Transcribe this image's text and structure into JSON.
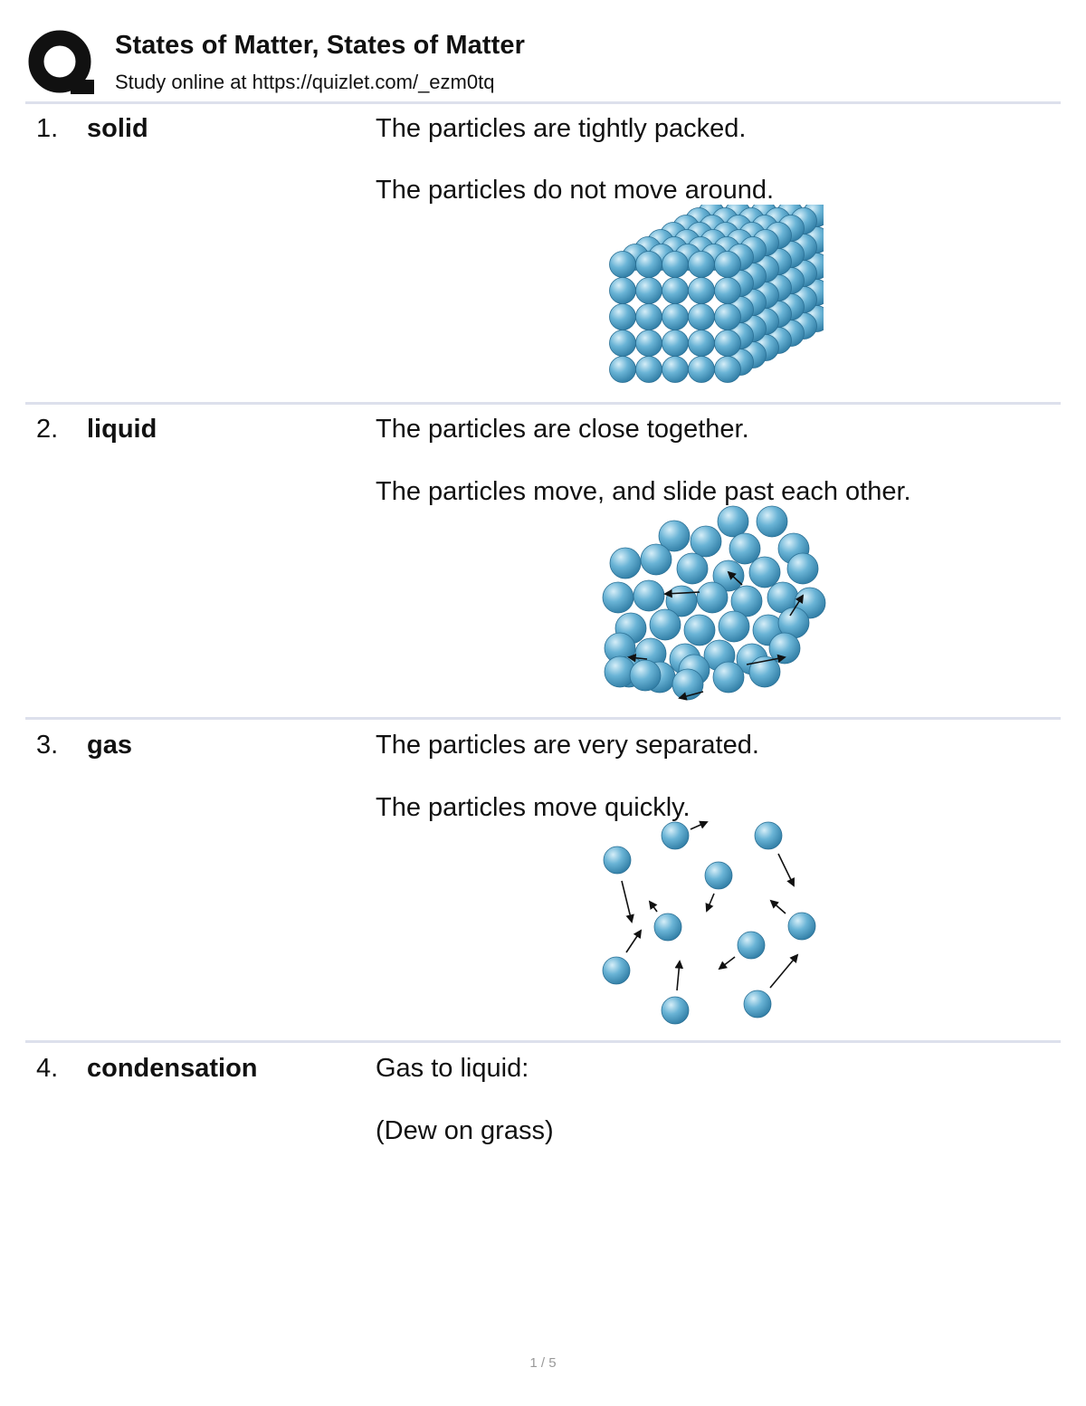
{
  "header": {
    "title": "States of Matter, States of Matter",
    "subtitle": "Study online at https://quizlet.com/_ezm0tq",
    "logo_icon": "quizlet-q-logo"
  },
  "cards": [
    {
      "number": "1.",
      "term": "solid",
      "definition_lines": [
        "The particles are tightly packed.",
        "The particles do not move around."
      ],
      "illustration": "solid-particles-lattice"
    },
    {
      "number": "2.",
      "term": "liquid",
      "definition_lines": [
        "The particles are close together.",
        "The particles move, and slide past each other."
      ],
      "illustration": "liquid-particles-cluster"
    },
    {
      "number": "3.",
      "term": "gas",
      "definition_lines": [
        "The particles are very separated.",
        "The particles move quickly."
      ],
      "illustration": "gas-particles-scattered"
    },
    {
      "number": "4.",
      "term": "condensation",
      "definition_lines": [
        "Gas to liquid:",
        "(Dew on grass)"
      ],
      "illustration": ""
    }
  ],
  "footer": {
    "page_indicator": "1 / 5"
  },
  "colors": {
    "particle": "#6ab4d6",
    "particle_highlight": "#d6eef8",
    "particle_shadow": "#2f7ca4",
    "divider": "#dde0ec"
  }
}
